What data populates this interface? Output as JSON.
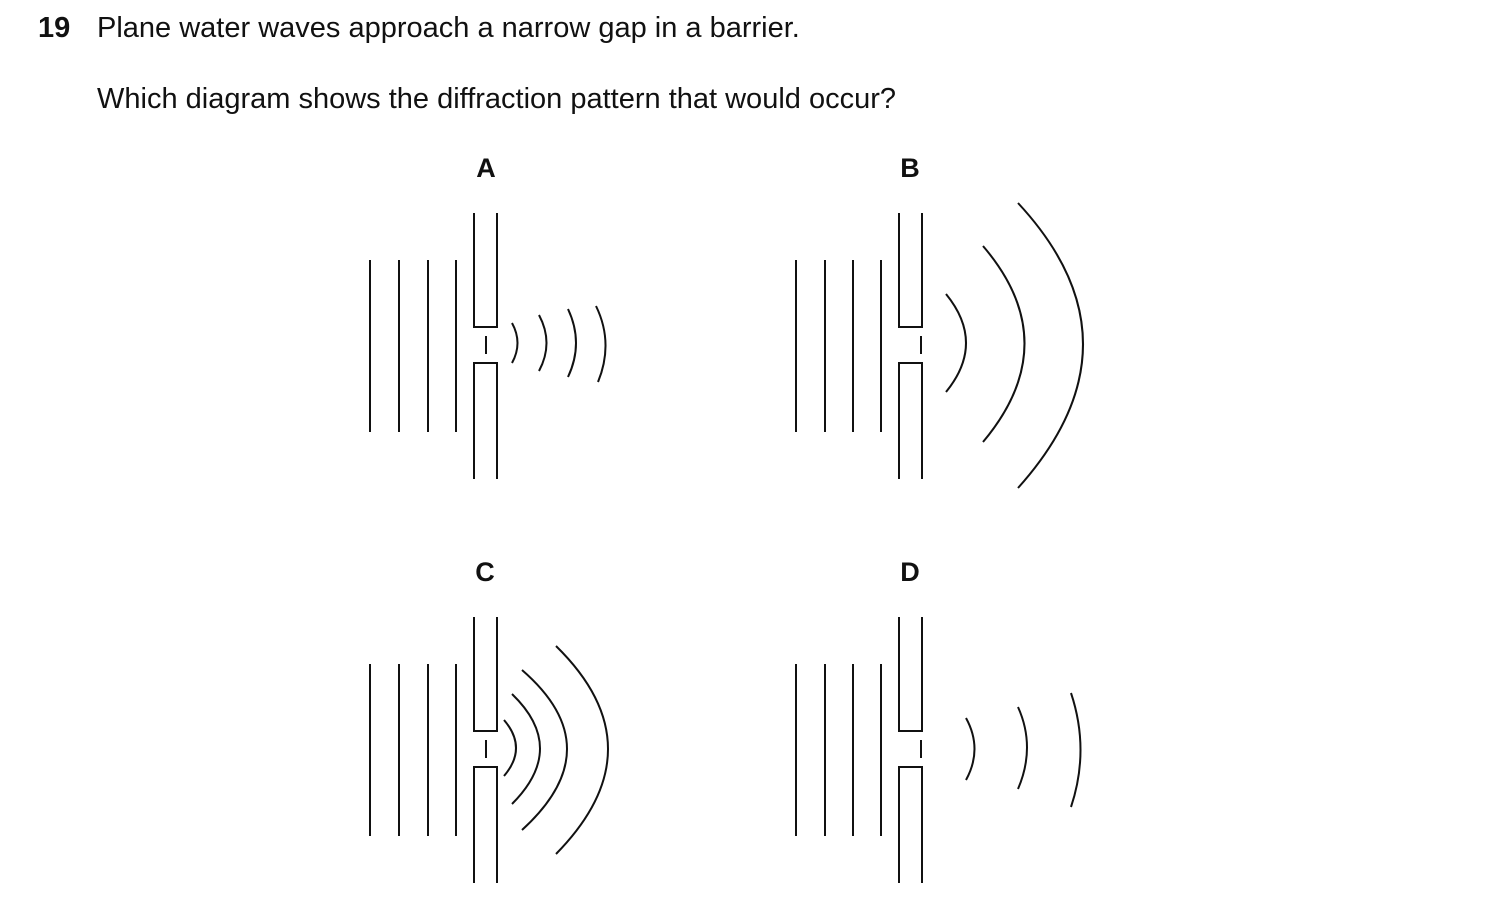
{
  "question": {
    "number": "19",
    "stem": "Plane water waves approach a narrow gap in a barrier.",
    "prompt": "Which diagram shows the diffraction pattern that would occur?"
  },
  "options": [
    {
      "label": "A"
    },
    {
      "label": "B"
    },
    {
      "label": "C"
    },
    {
      "label": "D"
    }
  ]
}
